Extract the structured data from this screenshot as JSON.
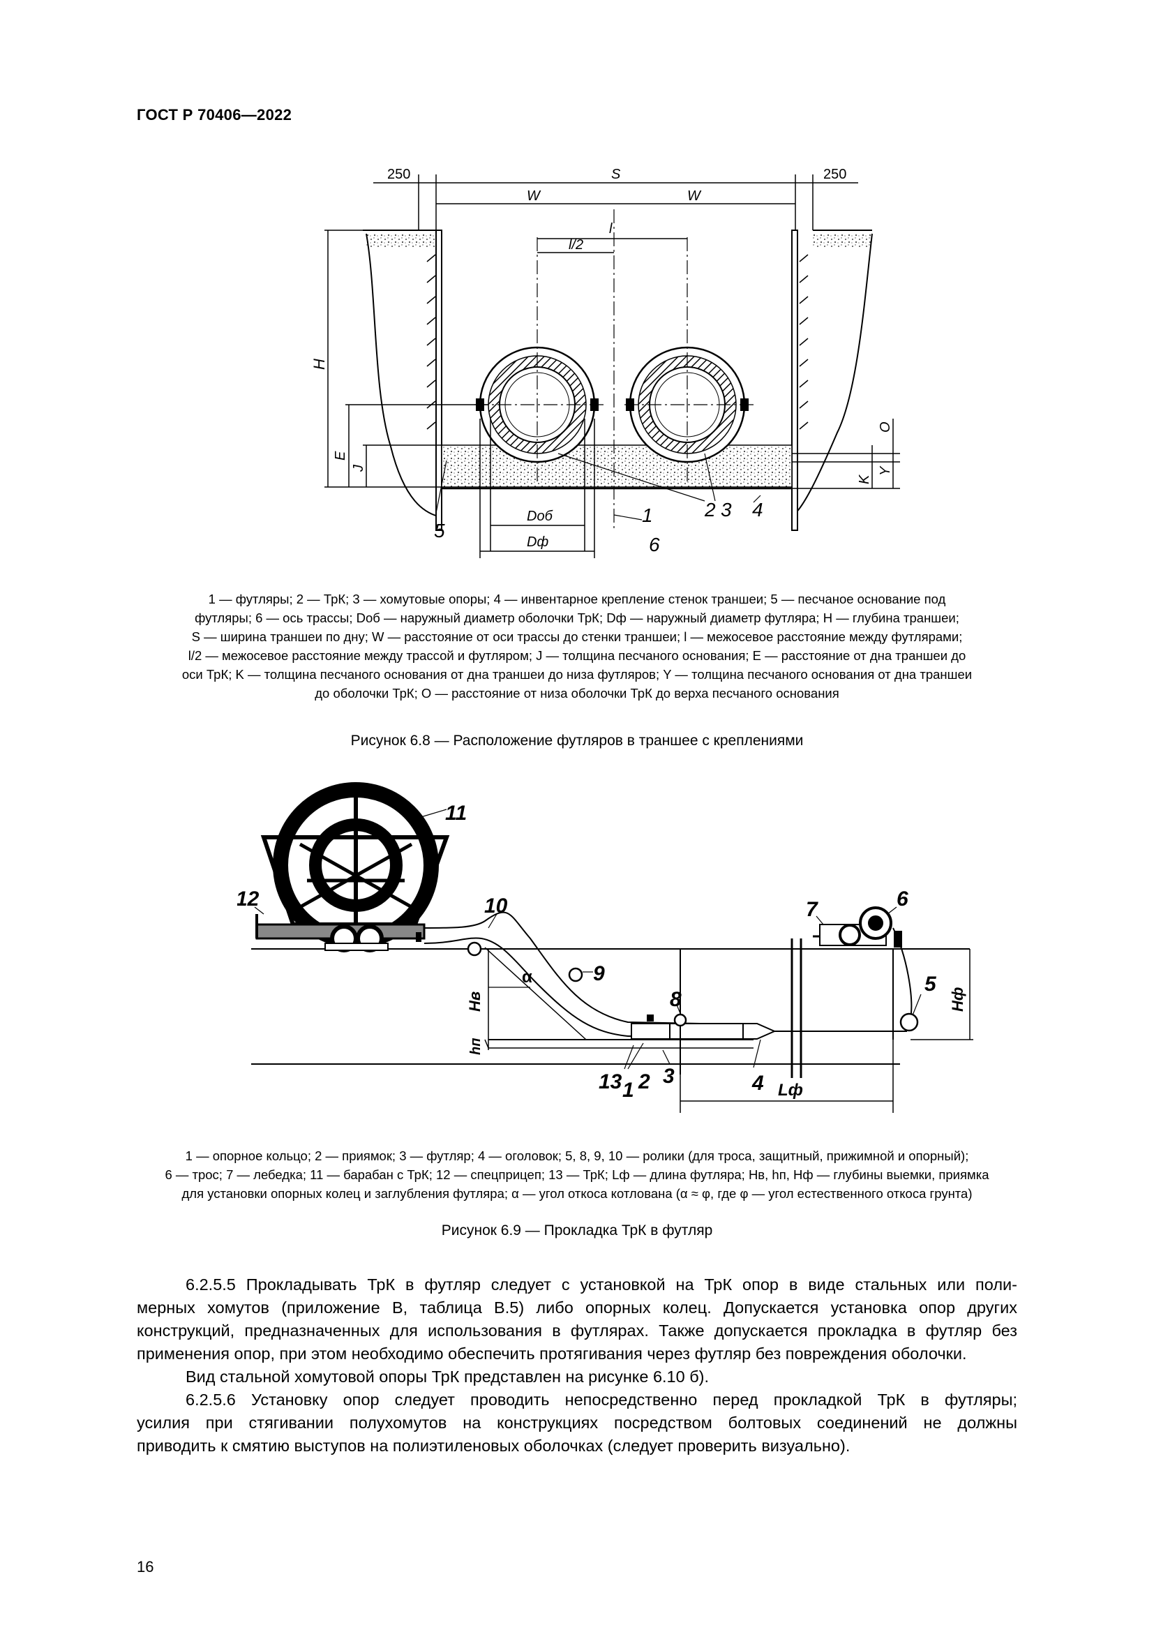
{
  "header": {
    "doc_id": "ГОСТ Р 70406—2022"
  },
  "figure_6_8": {
    "labels": {
      "dim_250_left": "250",
      "dim_s": "S",
      "dim_250_right": "250",
      "dim_w_left": "W",
      "dim_w_right": "W",
      "dim_l": "l",
      "dim_l_half": "l/2",
      "dim_h": "H",
      "dim_e": "E",
      "dim_j": "J",
      "dim_o": "O",
      "dim_y": "Y",
      "dim_k": "K",
      "dim_d_ob": "Dоб",
      "dim_d_f": "Dф",
      "num_1": "1",
      "num_2": "2",
      "num_3": "3",
      "num_4": "4",
      "num_5": "5",
      "num_6": "6"
    },
    "legend_lines": [
      "1 — футляры; 2 — ТрК; 3 — хомутовые опоры; 4 — инвентарное крепление стенок траншеи; 5 — песчаное основание под",
      "футляры; 6 — ось трассы; Dоб — наружный диаметр оболочки ТрК; Dф — наружный диаметр футляра; H — глубина траншеи;",
      "S — ширина траншеи по дну; W — расстояние от оси трассы до стенки траншеи; l — межосевое расстояние между футлярами;",
      "l/2 — межосевое расстояние между трассой и футляром;  J — толщина песчаного основания; E — расстояние от дна траншеи до",
      "оси ТрК; K — толщина песчаного основания от дна траншеи до низа футляров; Y — толщина песчаного основания от дна траншеи",
      "до оболочки ТрК; O — расстояние от низа оболочки ТрК до верха песчаного основания"
    ],
    "caption": "Рисунок 6.8 — Расположение футляров в траншее с креплениями"
  },
  "figure_6_9": {
    "labels": {
      "num_11": "11",
      "num_12": "12",
      "num_10": "10",
      "num_9": "9",
      "num_8": "8",
      "num_7": "7",
      "num_6": "6",
      "num_5": "5",
      "num_4": "4",
      "num_3": "3",
      "num_13": "13",
      "num_1": "1",
      "num_2": "2",
      "alpha": "α",
      "h_v": "Hв",
      "h_p": "hп",
      "h_f": "Hф",
      "l_f": "Lф"
    },
    "legend_lines": [
      "1 — опорное кольцо; 2 — приямок; 3 — футляр; 4 — оголовок; 5, 8, 9, 10 — ролики (для троса, защитный, прижимной и опорный);",
      "6 — трос; 7 — лебедка; 11 — барабан с ТрК; 12 — спецприцеп; 13 — ТрК; Lф — длина футляра; Hв, hп, Hф — глубины выемки, приямка",
      "для установки опорных колец и заглубления футляра; α — угол откоса котлована (α ≈ φ, где φ — угол естественного откоса грунта)"
    ],
    "caption": "Рисунок 6.9 — Прокладка ТрК в футляр"
  },
  "body": {
    "para_6255_lines": [
      "6.2.5.5 Прокладывать ТрК в футляр следует с установкой на ТрК опор в виде стальных или поли-",
      "мерных хомутов (приложение В, таблица В.5) либо опорных колец. Допускается установка опор других",
      "конструкций, предназначенных для использования в футлярах. Также допускается прокладка в футляр без",
      "применения опор, при этом необходимо обеспечить протягивания через футляр без повреждения оболочки."
    ],
    "para_view": "Вид стальной хомутовой опоры ТрК представлен на рисунке 6.10 б).",
    "para_6256_lines": [
      "6.2.5.6 Установку опор следует проводить непосредственно перед прокладкой ТрК в футляры;",
      "усилия при стягивании полухомутов на конструкциях посредством болтовых соединений не должны",
      "приводить к смятию выступов на полиэтиленовых оболочках (следует проверить визуально)."
    ]
  },
  "footer": {
    "page_number": "16"
  }
}
